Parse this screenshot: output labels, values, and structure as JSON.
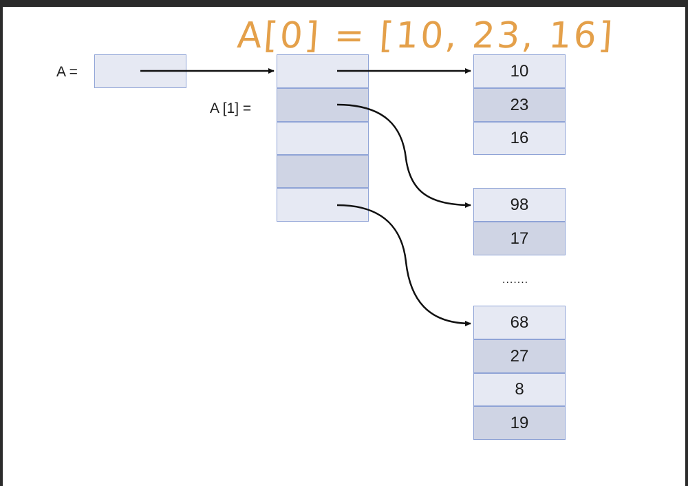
{
  "handwritten_note": "A[0] = [10, 23, 16]",
  "labels": {
    "a_label": "A =",
    "a1_label": "A [1] ="
  },
  "ellipsis": ".......",
  "arrays": {
    "first": [
      "10",
      "23",
      "16"
    ],
    "second": [
      "98",
      "17"
    ],
    "last": [
      "68",
      "27",
      "8",
      "19"
    ]
  },
  "colors": {
    "cell_light": "#e6e9f3",
    "cell_dark": "#cfd4e4",
    "cell_border": "#8fa3d6",
    "annotation": "#e4a04a"
  }
}
